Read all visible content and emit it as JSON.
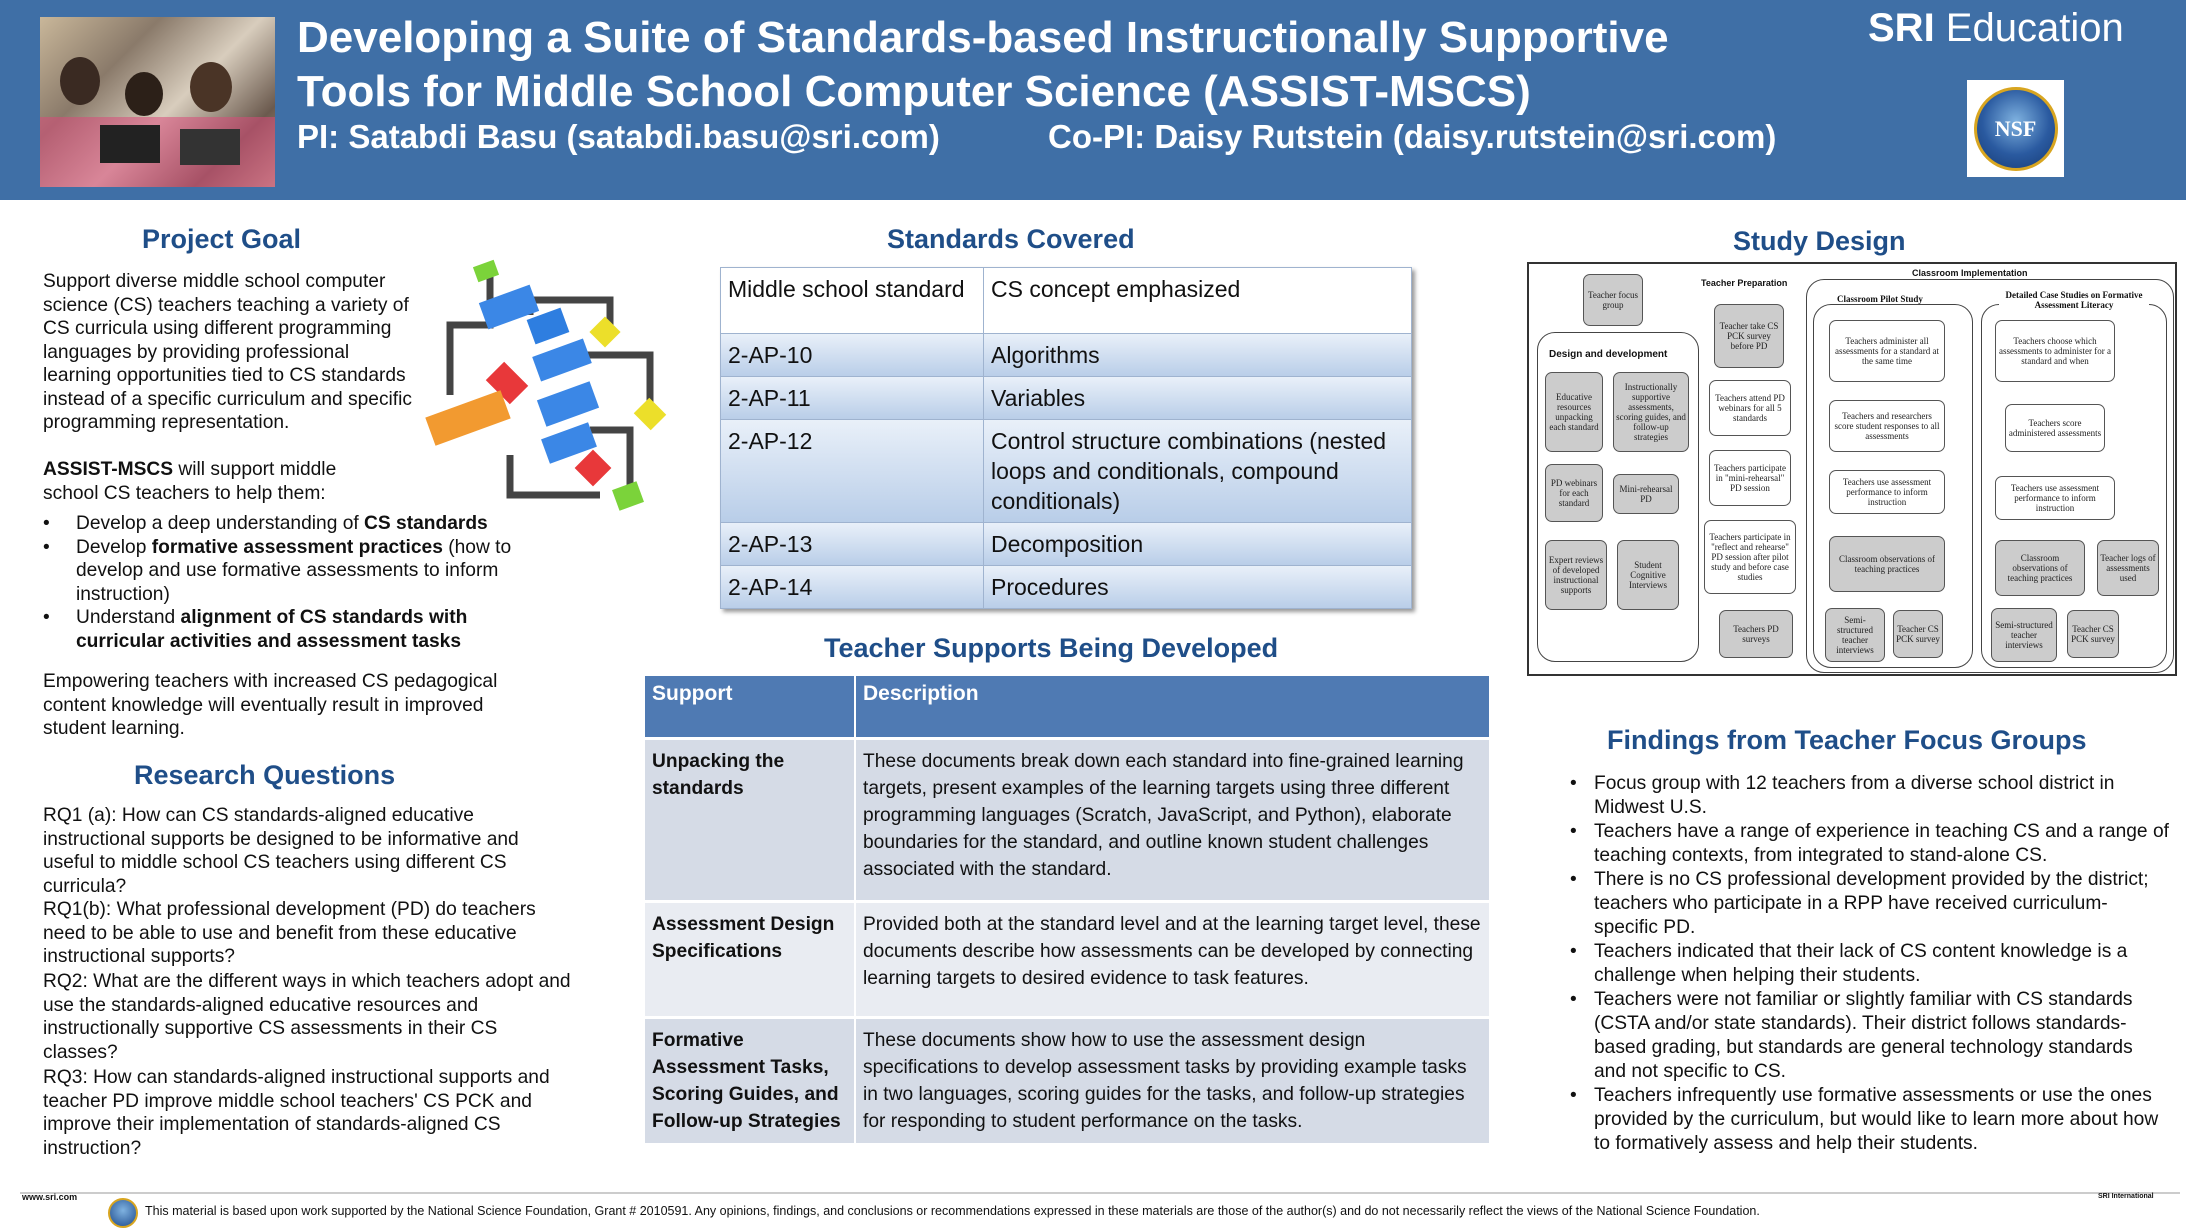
{
  "header": {
    "title_line1": "Developing a Suite of Standards-based Instructionally Supportive",
    "title_line2": "Tools for Middle School Computer Science (ASSIST-MSCS)",
    "pi": "PI:  Satabdi Basu (satabdi.basu@sri.com)",
    "copi": "Co-PI:  Daisy Rutstein (daisy.rutstein@sri.com)",
    "logo_bold": "SRI",
    "logo_rest": " Education",
    "nsf_logo": "NSF",
    "colors": {
      "banner": "#3f6fa6",
      "heading": "#1f4e88",
      "table_header": "#4f7ab3"
    }
  },
  "project_goal": {
    "heading": "Project Goal",
    "intro": "Support diverse middle school computer science (CS) teachers teaching a variety of CS curricula using different programming languages by providing professional learning opportunities tied to CS standards instead of a specific curriculum and specific programming representation.",
    "assist_bold": "ASSIST-MSCS",
    "assist_rest": " will support middle school CS teachers to help them:",
    "bullets": [
      {
        "pre": "Develop a deep understanding of ",
        "bold": "CS standards",
        "post": ""
      },
      {
        "pre": "Develop ",
        "bold": "formative assessment practices",
        "post": " (how to develop and use formative assessments to inform instruction)"
      },
      {
        "pre": "Understand ",
        "bold": "alignment of CS standards with curricular activities and assessment tasks",
        "post": ""
      }
    ],
    "closing": "Empowering teachers with increased CS pedagogical content knowledge will eventually result in improved student learning."
  },
  "research_questions": {
    "heading": "Research Questions",
    "rq1a": "RQ1 (a): How can CS standards-aligned educative instructional supports be designed to be informative and useful to middle school CS teachers using different CS curricula?",
    "rq1b": "RQ1(b): What professional development (PD) do teachers need to be able to use and benefit from these educative instructional supports?",
    "rq2": "RQ2: What are the different ways in which teachers adopt and use the standards-aligned educative resources and instructionally supportive CS assessments in their CS classes?",
    "rq3": "RQ3: How can standards-aligned instructional supports and teacher PD improve middle school teachers' CS PCK and improve their implementation of standards-aligned CS instruction?"
  },
  "standards": {
    "heading": "Standards Covered",
    "col1": "Middle school standard",
    "col2": "CS concept emphasized",
    "rows": [
      {
        "code": "2-AP-10",
        "concept": "Algorithms"
      },
      {
        "code": "2-AP-11",
        "concept": "Variables"
      },
      {
        "code": "2-AP-12",
        "concept": "Control structure combinations (nested loops and conditionals, compound conditionals)"
      },
      {
        "code": "2-AP-13",
        "concept": "Decomposition"
      },
      {
        "code": "2-AP-14",
        "concept": "Procedures"
      }
    ]
  },
  "supports": {
    "heading": "Teacher Supports Being Developed",
    "col1": "Support",
    "col2": "Description",
    "rows": [
      {
        "name": "Unpacking the standards",
        "desc": "These documents break down each standard into fine-grained learning targets, present examples of the learning targets using three different programming languages (Scratch, JavaScript, and Python), elaborate boundaries for the standard, and outline known student challenges associated with the standard."
      },
      {
        "name": "Assessment Design Specifications",
        "desc": "Provided both at the standard level and at the learning target level, these documents describe how assessments can be developed by connecting learning targets to desired evidence to task features."
      },
      {
        "name": "Formative Assessment Tasks, Scoring Guides, and Follow-up Strategies",
        "desc": "These documents show how to use the assessment design specifications to develop assessment tasks by providing example tasks in two languages, scoring guides for the tasks, and follow-up strategies for responding to student performance on the tasks."
      }
    ]
  },
  "study_design": {
    "heading": "Study Design",
    "labels": {
      "design": "Design and development",
      "prep": "Teacher Preparation",
      "classroom": "Classroom Implementation",
      "pilot": "Classroom Pilot Study",
      "case": "Detailed Case Studies on Formative Assessment Literacy"
    },
    "boxes": {
      "focus": "Teacher focus group",
      "edu": "Educative resources unpacking each standard",
      "instr": "Instructionally supportive assessments, scoring guides, and follow-up strategies",
      "pd_web": "PD webinars for each standard",
      "mini": "Mini-rehearsal PD",
      "expert": "Expert reviews of developed instructional supports",
      "cog": "Student Cognitive Interviews",
      "pck1": "Teacher take CS PCK survey before PD",
      "attend": "Teachers attend PD webinars for all 5 standards",
      "minireh": "Teachers participate in \"mini-rehearsal\" PD session",
      "reflect": "Teachers participate in \"reflect and rehearse\" PD session after pilot study and before case studies",
      "pdsurv": "Teachers PD surveys",
      "adm": "Teachers administer all assessments for a standard at the same time",
      "score": "Teachers and researchers score student responses to all assessments",
      "useperf": "Teachers use assessment performance to inform instruction",
      "obs1": "Classroom observations of teaching practices",
      "semi1": "Semi-structured teacher interviews",
      "pck2": "Teacher CS PCK survey",
      "choose": "Teachers choose which assessments to administer for a standard and when",
      "score2": "Teachers score administered assessments",
      "useperf2": "Teachers use assessment performance to inform instruction",
      "obs2": "Classroom observations of teaching practices",
      "logs": "Teacher logs of assessments used",
      "semi2": "Semi-structured teacher interviews",
      "pck3": "Teacher CS PCK survey"
    }
  },
  "findings": {
    "heading": "Findings from Teacher Focus Groups",
    "items": [
      "Focus group with 12 teachers from a diverse school district in Midwest U.S.",
      "Teachers have a range of experience in teaching CS and a range of teaching contexts, from integrated to stand-alone CS.",
      "There is no CS professional development provided by the district; teachers who participate in a RPP have received curriculum-specific PD.",
      "Teachers indicated that their lack of CS content knowledge is a challenge when helping their students.",
      "Teachers were not familiar or slightly familiar with CS standards (CSTA and/or state standards). Their district follows standards-based grading, but standards are general technology standards and not specific to CS.",
      "Teachers infrequently use formative assessments or use the ones provided by the curriculum, but would like to learn more about how to formatively assess and help their students."
    ]
  },
  "footer": {
    "url": "www.sri.com",
    "note": "This material is based upon work supported by the National Science Foundation, Grant # 2010591. Any opinions, findings, and conclusions or recommendations expressed in these materials are those of the author(s) and do not necessarily reflect the views of the National Science Foundation.",
    "sri": "SRI International"
  }
}
